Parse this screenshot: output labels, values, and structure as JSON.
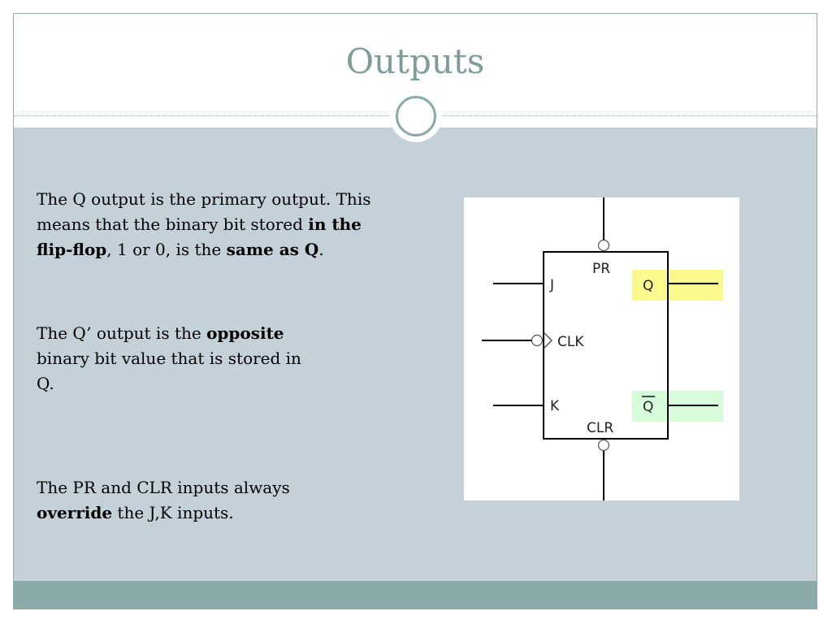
{
  "slide": {
    "title": "Outputs"
  },
  "paragraphs": {
    "p1": {
      "t1": "The Q output is the primary output. This means that the binary bit stored ",
      "b1": "in the flip-flop",
      "t2": ", 1 or 0, is the ",
      "b2": "same as Q",
      "t3": "."
    },
    "p2": {
      "t1": "The Q’ output is the ",
      "b1": "opposite",
      "t2": " binary bit value that is stored in Q."
    },
    "p3": {
      "t1": "The PR and CLR inputs always ",
      "b1": "override",
      "t2": " the J,K inputs."
    }
  },
  "diagram": {
    "labels": {
      "pr": "PR",
      "clr": "CLR",
      "j": "J",
      "clk": "CLK",
      "k": "K",
      "q": "Q",
      "qbar": "Q"
    },
    "colors": {
      "q_highlight": "#fafa8c",
      "qbar_highlight": "#d6fcd9",
      "line": "#000000"
    }
  },
  "colors": {
    "title": "#7f9c9b",
    "content_bg": "#c5d1d9",
    "footer": "#8aa9a9"
  }
}
